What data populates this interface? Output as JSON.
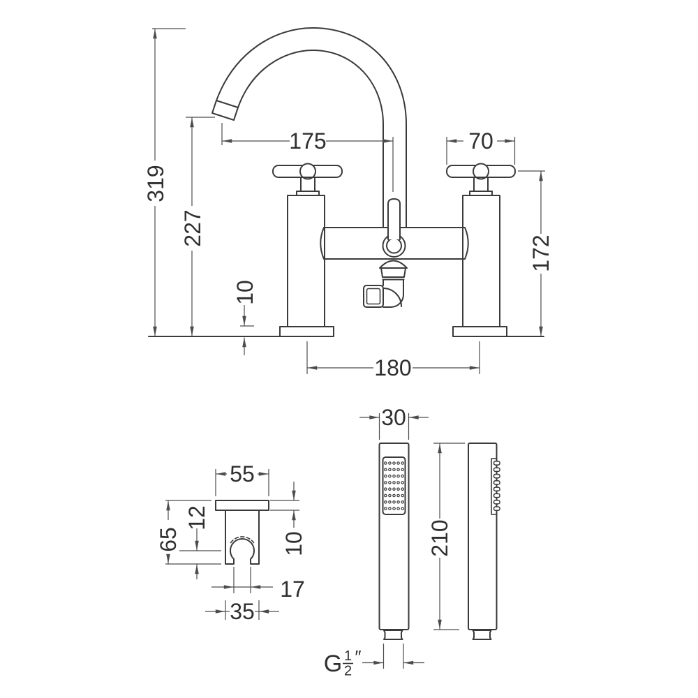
{
  "page": {
    "background": "#ffffff",
    "description": "Technical dimension drawing of a deck mounted bath shower mixer tap with cross handles, wall bracket and shower handset",
    "units": "mm"
  },
  "colors": {
    "object_line": "#3a3a3a",
    "dimension_line": "#4c4c4c",
    "text": "#2f2f2f"
  },
  "faucet_view": {
    "label": "mixer front elevation",
    "dims": {
      "overall_height": "319",
      "spout_outlet_height": "227",
      "base_plate_thickness": "10",
      "spout_reach": "175",
      "handle_width": "70",
      "handle_height": "172",
      "tap_centres": "180"
    }
  },
  "bracket_view": {
    "label": "wall bracket elevation",
    "dims": {
      "plate_width": "55",
      "hook_centre_offset": "12",
      "overall_height": "65",
      "plate_thickness": "10",
      "slot_width": "17",
      "body_width": "35"
    }
  },
  "handset_view": {
    "label": "handset front and side elevation",
    "dims": {
      "width": "30",
      "length": "210"
    },
    "thread": {
      "prefix": "G",
      "numerator": "1",
      "denominator": "2",
      "suffix": "″"
    }
  }
}
